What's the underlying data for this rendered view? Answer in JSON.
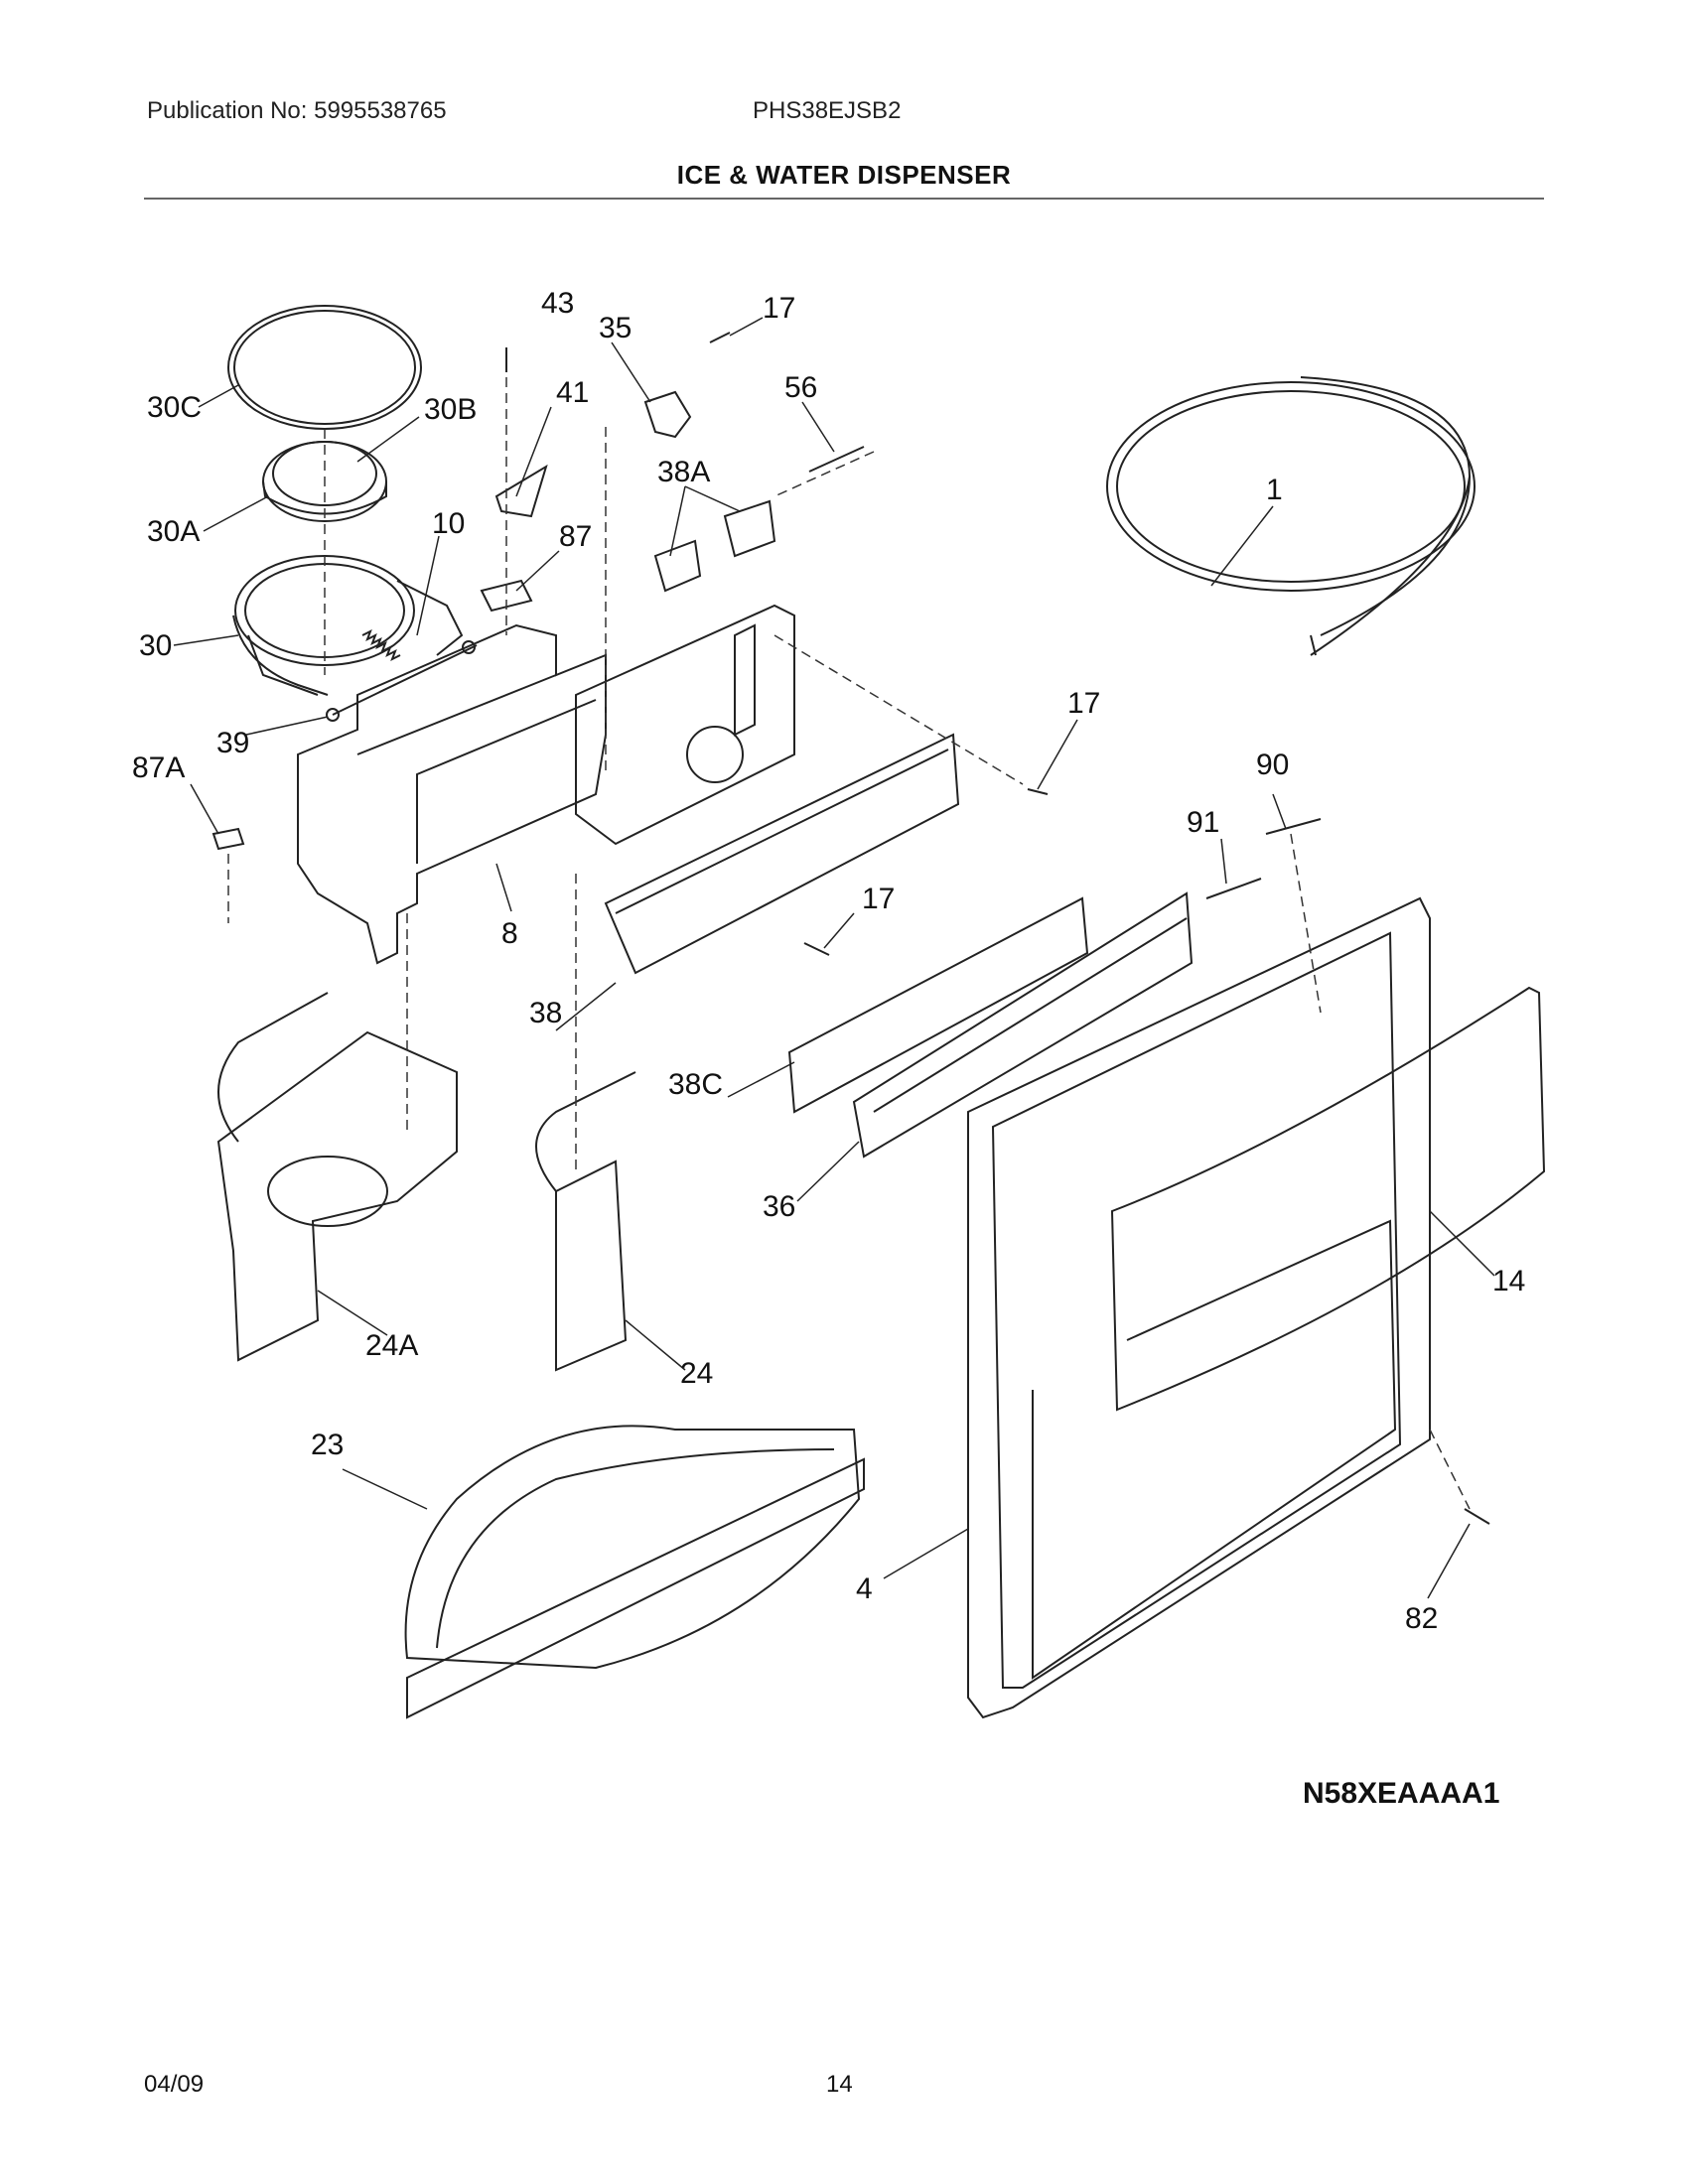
{
  "header": {
    "publication": "Publication No: 5995538765",
    "model": "PHS38EJSB2",
    "title": "ICE & WATER DISPENSER"
  },
  "diagram": {
    "code": "N58XEAAAA1",
    "callouts": [
      "43",
      "35",
      "17",
      "30C",
      "30B",
      "41",
      "56",
      "38A",
      "1",
      "30A",
      "10",
      "87",
      "30",
      "39",
      "87A",
      "8",
      "17",
      "90",
      "91",
      "17",
      "38",
      "38C",
      "36",
      "14",
      "24A",
      "24",
      "23",
      "4",
      "82"
    ]
  },
  "footer": {
    "date": "04/09",
    "page": "14"
  }
}
